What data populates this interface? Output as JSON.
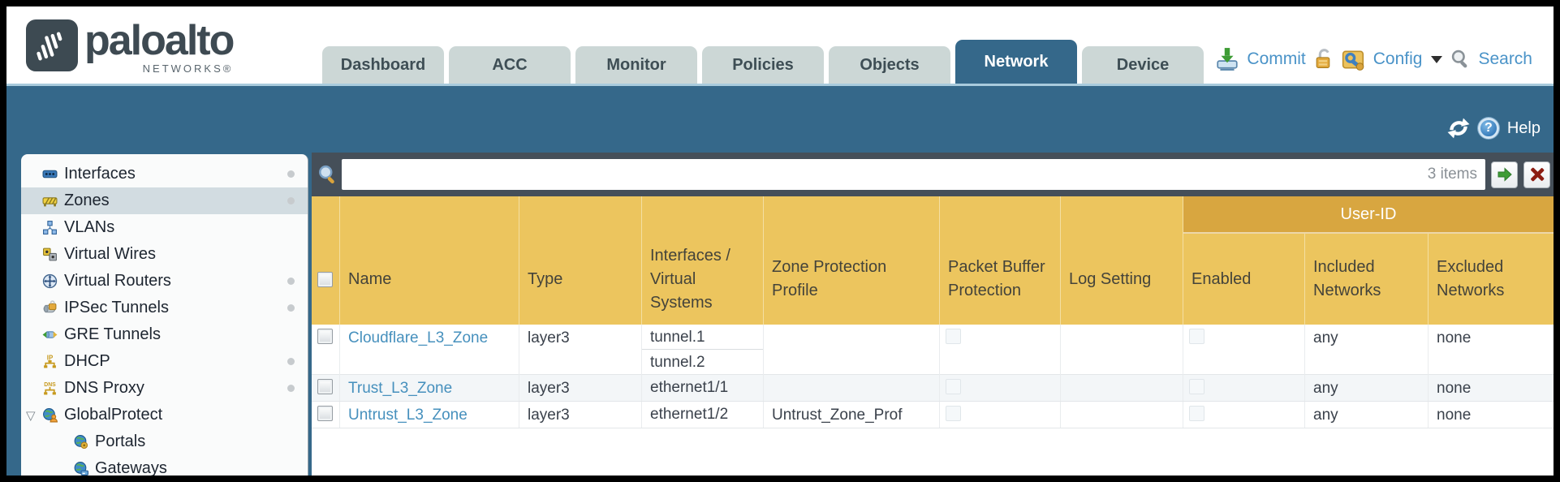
{
  "brand": {
    "wordmark": "paloalto",
    "sub": "NETWORKS®"
  },
  "tabs": [
    {
      "label": "Dashboard"
    },
    {
      "label": "ACC"
    },
    {
      "label": "Monitor"
    },
    {
      "label": "Policies"
    },
    {
      "label": "Objects"
    },
    {
      "label": "Network",
      "active": true
    },
    {
      "label": "Device"
    }
  ],
  "header_actions": {
    "commit": "Commit",
    "config": "Config",
    "search": "Search"
  },
  "band": {
    "help": "Help"
  },
  "sidebar": {
    "items": [
      {
        "label": "Interfaces",
        "icon": "interfaces-icon",
        "dot": true
      },
      {
        "label": "Zones",
        "icon": "zones-icon",
        "dot": true,
        "selected": true
      },
      {
        "label": "VLANs",
        "icon": "vlans-icon",
        "dot": false
      },
      {
        "label": "Virtual Wires",
        "icon": "virtual-wires-icon",
        "dot": false
      },
      {
        "label": "Virtual Routers",
        "icon": "virtual-routers-icon",
        "dot": true
      },
      {
        "label": "IPSec Tunnels",
        "icon": "ipsec-tunnels-icon",
        "dot": true
      },
      {
        "label": "GRE Tunnels",
        "icon": "gre-tunnels-icon",
        "dot": false
      },
      {
        "label": "DHCP",
        "icon": "dhcp-icon",
        "dot": true
      },
      {
        "label": "DNS Proxy",
        "icon": "dns-proxy-icon",
        "dot": true
      },
      {
        "label": "GlobalProtect",
        "icon": "globalprotect-icon",
        "dot": false,
        "expanded": true
      },
      {
        "label": "Portals",
        "icon": "portals-icon",
        "dot": false,
        "child": true
      },
      {
        "label": "Gateways",
        "icon": "gateways-icon",
        "dot": false,
        "child": true
      }
    ]
  },
  "toolbar": {
    "items_count": "3 items"
  },
  "table": {
    "group_header": "User-ID",
    "columns": {
      "name": "Name",
      "type": "Type",
      "interfaces": "Interfaces /\nVirtual\nSystems",
      "zone_protection": "Zone Protection\nProfile",
      "packet_buffer": "Packet Buffer\nProtection",
      "log_setting": "Log Setting",
      "enabled": "Enabled",
      "included": "Included\nNetworks",
      "excluded": "Excluded\nNetworks"
    },
    "rows": [
      {
        "name": "Cloudflare_L3_Zone",
        "type": "layer3",
        "interfaces": [
          "tunnel.1",
          "tunnel.2"
        ],
        "zone_protection": "",
        "log_setting": "",
        "included": "any",
        "excluded": "none"
      },
      {
        "name": "Trust_L3_Zone",
        "type": "layer3",
        "interfaces": [
          "ethernet1/1"
        ],
        "zone_protection": "",
        "log_setting": "",
        "included": "any",
        "excluded": "none"
      },
      {
        "name": "Untrust_L3_Zone",
        "type": "layer3",
        "interfaces": [
          "ethernet1/2"
        ],
        "zone_protection": "Untrust_Zone_Prof",
        "log_setting": "",
        "included": "any",
        "excluded": "none"
      }
    ]
  },
  "colors": {
    "teal_band": "#35688a",
    "header_gold": "#ecc55e",
    "user_id_gold": "#d8a640",
    "toolbar_slate": "#454f59",
    "link_blue": "#4690bd",
    "tab_inactive": "#ccd7d6"
  }
}
